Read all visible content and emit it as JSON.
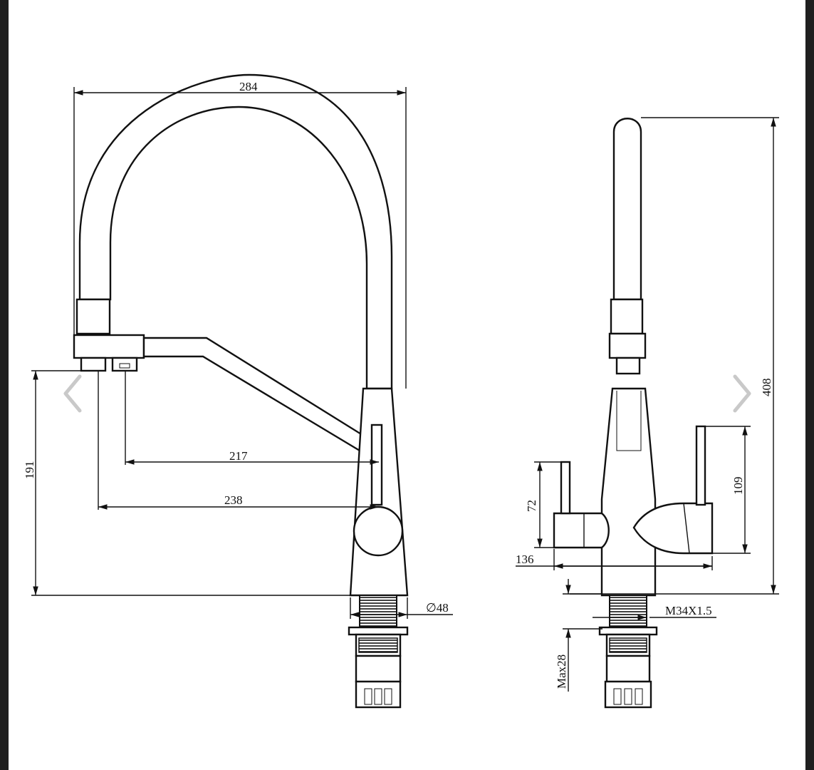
{
  "nav": {
    "prev_icon": "chevron-left-icon",
    "next_icon": "chevron-right-icon"
  },
  "front_view": {
    "dim_width": "284",
    "dim_spray_reach": "217",
    "dim_spout_reach": "238",
    "dim_outlet_height": "191",
    "dim_base_diameter": "∅48"
  },
  "side_view": {
    "dim_total_height": "408",
    "dim_left_handle": "72",
    "dim_right_handle": "109",
    "dim_body_width": "136",
    "dim_thread": "M34X1.5",
    "dim_max_deck": "Max28"
  }
}
